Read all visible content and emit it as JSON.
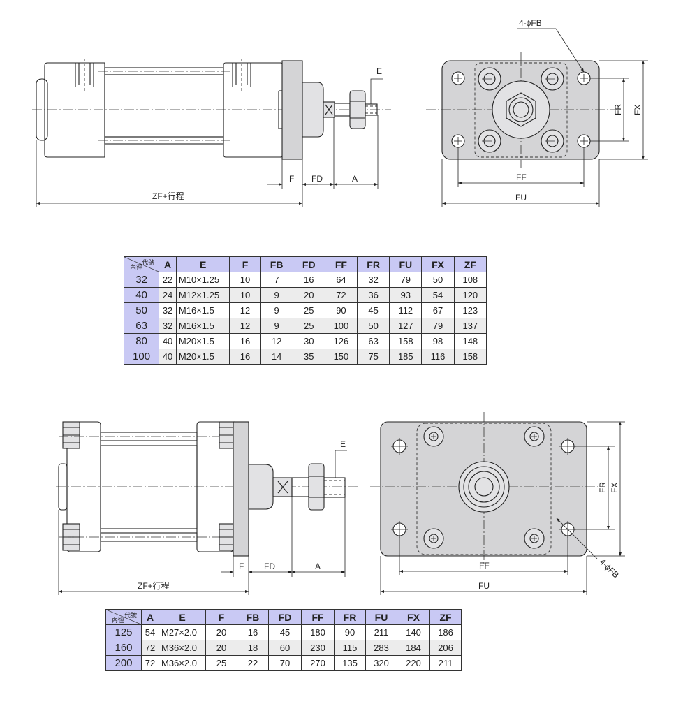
{
  "diagram1": {
    "labels": {
      "E": "E",
      "F": "F",
      "FD": "FD",
      "A": "A",
      "ZF": "ZF+行程"
    },
    "front": {
      "FB": "4-ϕFB",
      "FR": "FR",
      "FX": "FX",
      "FF": "FF",
      "FU": "FU"
    }
  },
  "table1": {
    "corner_top": "代號",
    "corner_bottom": "內徑",
    "headers": [
      "A",
      "E",
      "F",
      "FB",
      "FD",
      "FF",
      "FR",
      "FU",
      "FX",
      "ZF"
    ],
    "rows": [
      [
        "32",
        "22",
        "M10×1.25",
        "10",
        "7",
        "16",
        "64",
        "32",
        "79",
        "50",
        "108"
      ],
      [
        "40",
        "24",
        "M12×1.25",
        "10",
        "9",
        "20",
        "72",
        "36",
        "93",
        "54",
        "120"
      ],
      [
        "50",
        "32",
        "M16×1.5",
        "12",
        "9",
        "25",
        "90",
        "45",
        "112",
        "67",
        "123"
      ],
      [
        "63",
        "32",
        "M16×1.5",
        "12",
        "9",
        "25",
        "100",
        "50",
        "127",
        "79",
        "137"
      ],
      [
        "80",
        "40",
        "M20×1.5",
        "16",
        "12",
        "30",
        "126",
        "63",
        "158",
        "98",
        "148"
      ],
      [
        "100",
        "40",
        "M20×1.5",
        "16",
        "14",
        "35",
        "150",
        "75",
        "185",
        "116",
        "158"
      ]
    ]
  },
  "diagram2": {
    "labels": {
      "E": "E",
      "F": "F",
      "FD": "FD",
      "A": "A",
      "ZF": "ZF+行程"
    },
    "front": {
      "FB": "4-ϕFB",
      "FR": "FR",
      "FX": "FX",
      "FF": "FF",
      "FU": "FU"
    }
  },
  "table2": {
    "corner_top": "代號",
    "corner_bottom": "內徑",
    "headers": [
      "A",
      "E",
      "F",
      "FB",
      "FD",
      "FF",
      "FR",
      "FU",
      "FX",
      "ZF"
    ],
    "rows": [
      [
        "125",
        "54",
        "M27×2.0",
        "20",
        "16",
        "45",
        "180",
        "90",
        "211",
        "140",
        "186"
      ],
      [
        "160",
        "72",
        "M36×2.0",
        "20",
        "18",
        "60",
        "230",
        "115",
        "283",
        "184",
        "206"
      ],
      [
        "200",
        "72",
        "M36×2.0",
        "25",
        "22",
        "70",
        "270",
        "135",
        "320",
        "220",
        "211"
      ]
    ]
  }
}
